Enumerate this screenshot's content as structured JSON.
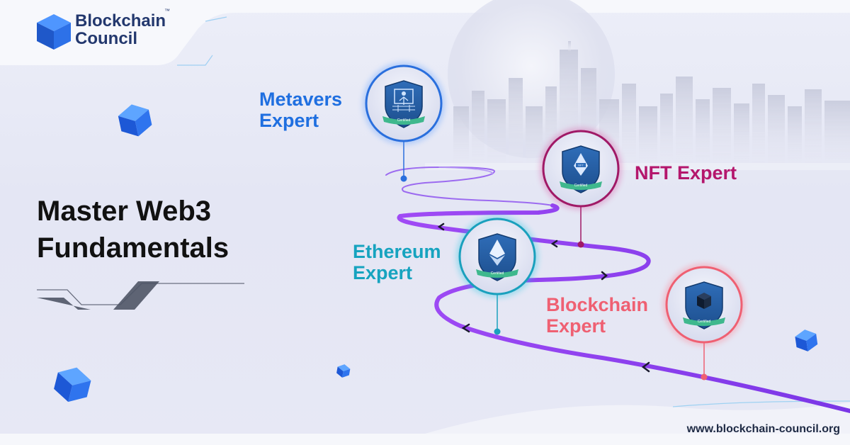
{
  "brand": {
    "name_line1": "Blockchain",
    "name_line2": "Council",
    "trademark": "™",
    "logo_icon": "blue-cube-icon"
  },
  "headline": {
    "line1": "Master Web3",
    "line2": "Fundamentals"
  },
  "certifications": [
    {
      "title_line1": "Metavers",
      "title_line2": "Expert",
      "color": "#1f6fe0",
      "icon": "metaverse-avatar-icon",
      "badge_text": "Certified"
    },
    {
      "title_line1": "NFT Expert",
      "title_line2": "",
      "color": "#b4166c",
      "icon": "nft-token-icon",
      "badge_text": "Certified"
    },
    {
      "title_line1": "Ethereum",
      "title_line2": "Expert",
      "color": "#16a3bf",
      "icon": "ethereum-diamond-icon",
      "badge_text": "Certified"
    },
    {
      "title_line1": "Blockchain",
      "title_line2": "Expert",
      "color": "#ef6072",
      "icon": "blockchain-cube-icon",
      "badge_text": "Certified"
    }
  ],
  "footer": {
    "url": "www.blockchain-council.org"
  },
  "colors": {
    "navy": "#23386e",
    "path_purple": "#8a3ff0",
    "badge_blue": "#2a5fa8"
  }
}
